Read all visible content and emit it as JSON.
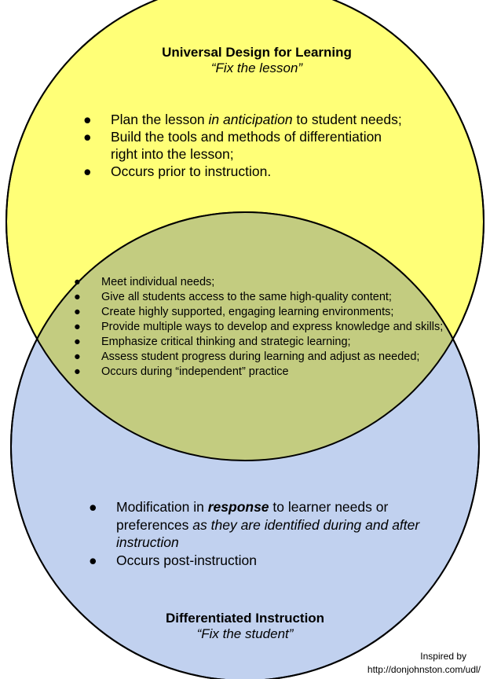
{
  "colors": {
    "udl_circle": "#ffff77",
    "di_circle": "#c1d1ef",
    "overlap": "#c3cc80",
    "outline": "#000000"
  },
  "udl": {
    "title": "Universal Design for Learning",
    "subtitle": "“Fix the lesson”",
    "items": [
      {
        "pre": "Plan the lesson ",
        "em": "in anticipation",
        "post": " to student needs;"
      },
      {
        "text": "Build the tools and methods of differentiation right into the lesson;"
      },
      {
        "text": "Occurs prior to instruction."
      }
    ]
  },
  "shared": {
    "items": [
      "Meet individual needs;",
      "Give all students access to the same high-quality content;",
      "Create highly supported, engaging learning environments;",
      "Provide multiple ways to develop and express knowledge and skills;",
      "Emphasize critical thinking and strategic learning;",
      "Assess student progress during learning and adjust as needed;",
      "Occurs during “independent” practice"
    ]
  },
  "di": {
    "title": "Differentiated Instruction",
    "subtitle": "“Fix the student”",
    "items": [
      {
        "pre": "Modification in ",
        "strong_em": "response",
        "post": " to learner needs or preferences ",
        "em": "as they are identified during and after instruction"
      },
      {
        "text": "Occurs post-instruction"
      }
    ]
  },
  "credit": {
    "line1": "Inspired by",
    "line2": "http://donjohnston.com/udl/"
  },
  "bullet": "●"
}
